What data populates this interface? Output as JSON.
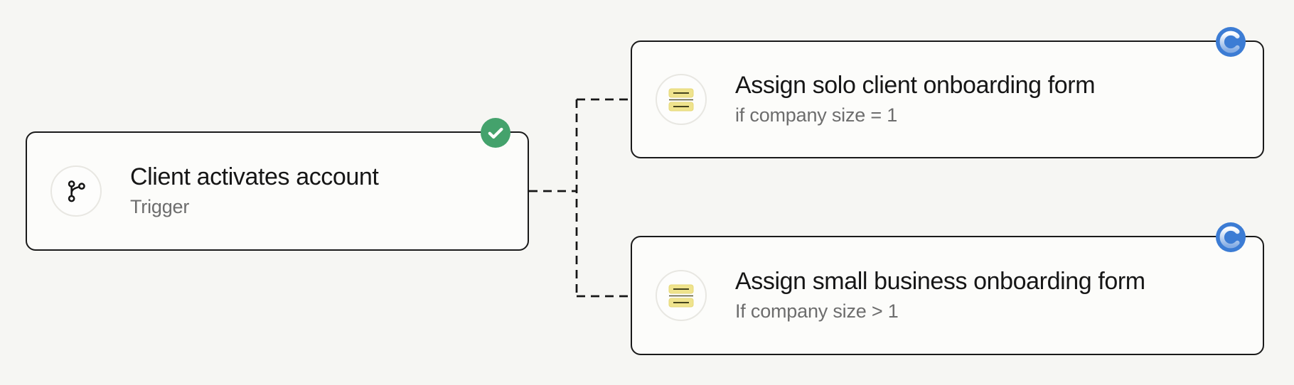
{
  "canvas": {
    "background": "#f6f6f3",
    "type": "workflow-diagram"
  },
  "colors": {
    "card_background": "#fcfcfa",
    "card_border": "#1a1a1a",
    "connector_line": "#161616",
    "title_text": "#161616",
    "subtitle_text": "#6d6d6d",
    "status_complete_green": "#44a26c",
    "status_running_blue": "#3c7cd4",
    "form_icon_yellow": "#efe38d",
    "icon_circle_border": "#e8e7e2"
  },
  "nodes": [
    {
      "id": "trigger",
      "title": "Client activates account",
      "subtitle": "Trigger",
      "icon": "git-branch-icon",
      "status": "complete",
      "status_icon": "checkmark"
    },
    {
      "id": "branch-solo",
      "title": "Assign solo client onboarding form",
      "subtitle": "if company size = 1",
      "icon": "form-icon",
      "status": "running",
      "status_icon": "spinner"
    },
    {
      "id": "branch-small-business",
      "title": "Assign small business onboarding form",
      "subtitle": "If company size > 1",
      "icon": "form-icon",
      "status": "running",
      "status_icon": "spinner"
    }
  ],
  "connections": [
    {
      "from": "trigger",
      "to": "branch-solo",
      "style": "dashed"
    },
    {
      "from": "trigger",
      "to": "branch-small-business",
      "style": "dashed"
    }
  ]
}
